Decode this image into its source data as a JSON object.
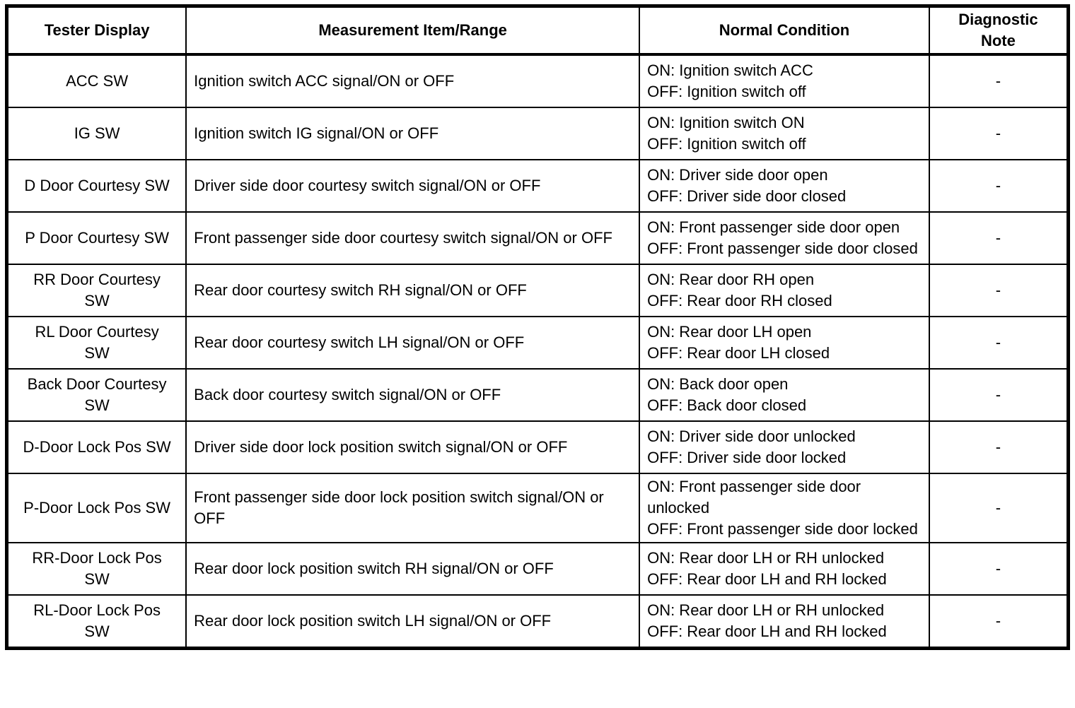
{
  "table": {
    "headers": [
      "Tester Display",
      "Measurement Item/Range",
      "Normal Condition",
      "Diagnostic Note"
    ],
    "rows": [
      {
        "tester_display": "ACC SW",
        "measurement": "Ignition switch ACC signal/ON or OFF",
        "condition_on": "ON: Ignition switch ACC",
        "condition_off": "OFF: Ignition switch off",
        "diagnostic_note": "-"
      },
      {
        "tester_display": "IG SW",
        "measurement": "Ignition switch IG signal/ON or OFF",
        "condition_on": "ON: Ignition switch ON",
        "condition_off": "OFF: Ignition switch off",
        "diagnostic_note": "-"
      },
      {
        "tester_display": "D Door Courtesy SW",
        "measurement": "Driver side door courtesy switch signal/ON or OFF",
        "condition_on": "ON: Driver side door open",
        "condition_off": "OFF: Driver side door closed",
        "diagnostic_note": "-"
      },
      {
        "tester_display": "P Door Courtesy SW",
        "measurement": "Front passenger side door courtesy switch signal/ON or OFF",
        "condition_on": "ON: Front passenger side door open",
        "condition_off": "OFF: Front passenger side door closed",
        "diagnostic_note": "-"
      },
      {
        "tester_display": "RR Door Courtesy\nSW",
        "measurement": "Rear door courtesy switch RH signal/ON or OFF",
        "condition_on": "ON: Rear door RH open",
        "condition_off": "OFF: Rear door RH closed",
        "diagnostic_note": "-"
      },
      {
        "tester_display": "RL Door Courtesy\nSW",
        "measurement": "Rear door courtesy switch LH signal/ON or OFF",
        "condition_on": "ON: Rear door LH open",
        "condition_off": "OFF: Rear door LH closed",
        "diagnostic_note": "-"
      },
      {
        "tester_display": "Back Door Courtesy\nSW",
        "measurement": "Back door courtesy switch signal/ON or OFF",
        "condition_on": "ON: Back door open",
        "condition_off": "OFF: Back door closed",
        "diagnostic_note": "-"
      },
      {
        "tester_display": "D-Door Lock Pos SW",
        "measurement": "Driver side door lock position switch signal/ON or OFF",
        "condition_on": "ON: Driver side door unlocked",
        "condition_off": "OFF: Driver side door locked",
        "diagnostic_note": "-"
      },
      {
        "tester_display": "P-Door Lock Pos SW",
        "measurement": "Front passenger side door lock position switch signal/ON or OFF",
        "condition_on": "ON: Front passenger side door unlocked",
        "condition_off": "OFF: Front passenger side door locked",
        "diagnostic_note": "-"
      },
      {
        "tester_display": "RR-Door Lock Pos\nSW",
        "measurement": "Rear door lock position switch RH signal/ON or OFF",
        "condition_on": "ON: Rear door LH or RH unlocked",
        "condition_off": "OFF: Rear door LH and RH locked",
        "diagnostic_note": "-"
      },
      {
        "tester_display": "RL-Door Lock Pos\nSW",
        "measurement": "Rear door lock position switch LH signal/ON or OFF",
        "condition_on": "ON: Rear door LH or RH unlocked",
        "condition_off": "OFF: Rear door LH and RH locked",
        "diagnostic_note": "-"
      }
    ]
  }
}
